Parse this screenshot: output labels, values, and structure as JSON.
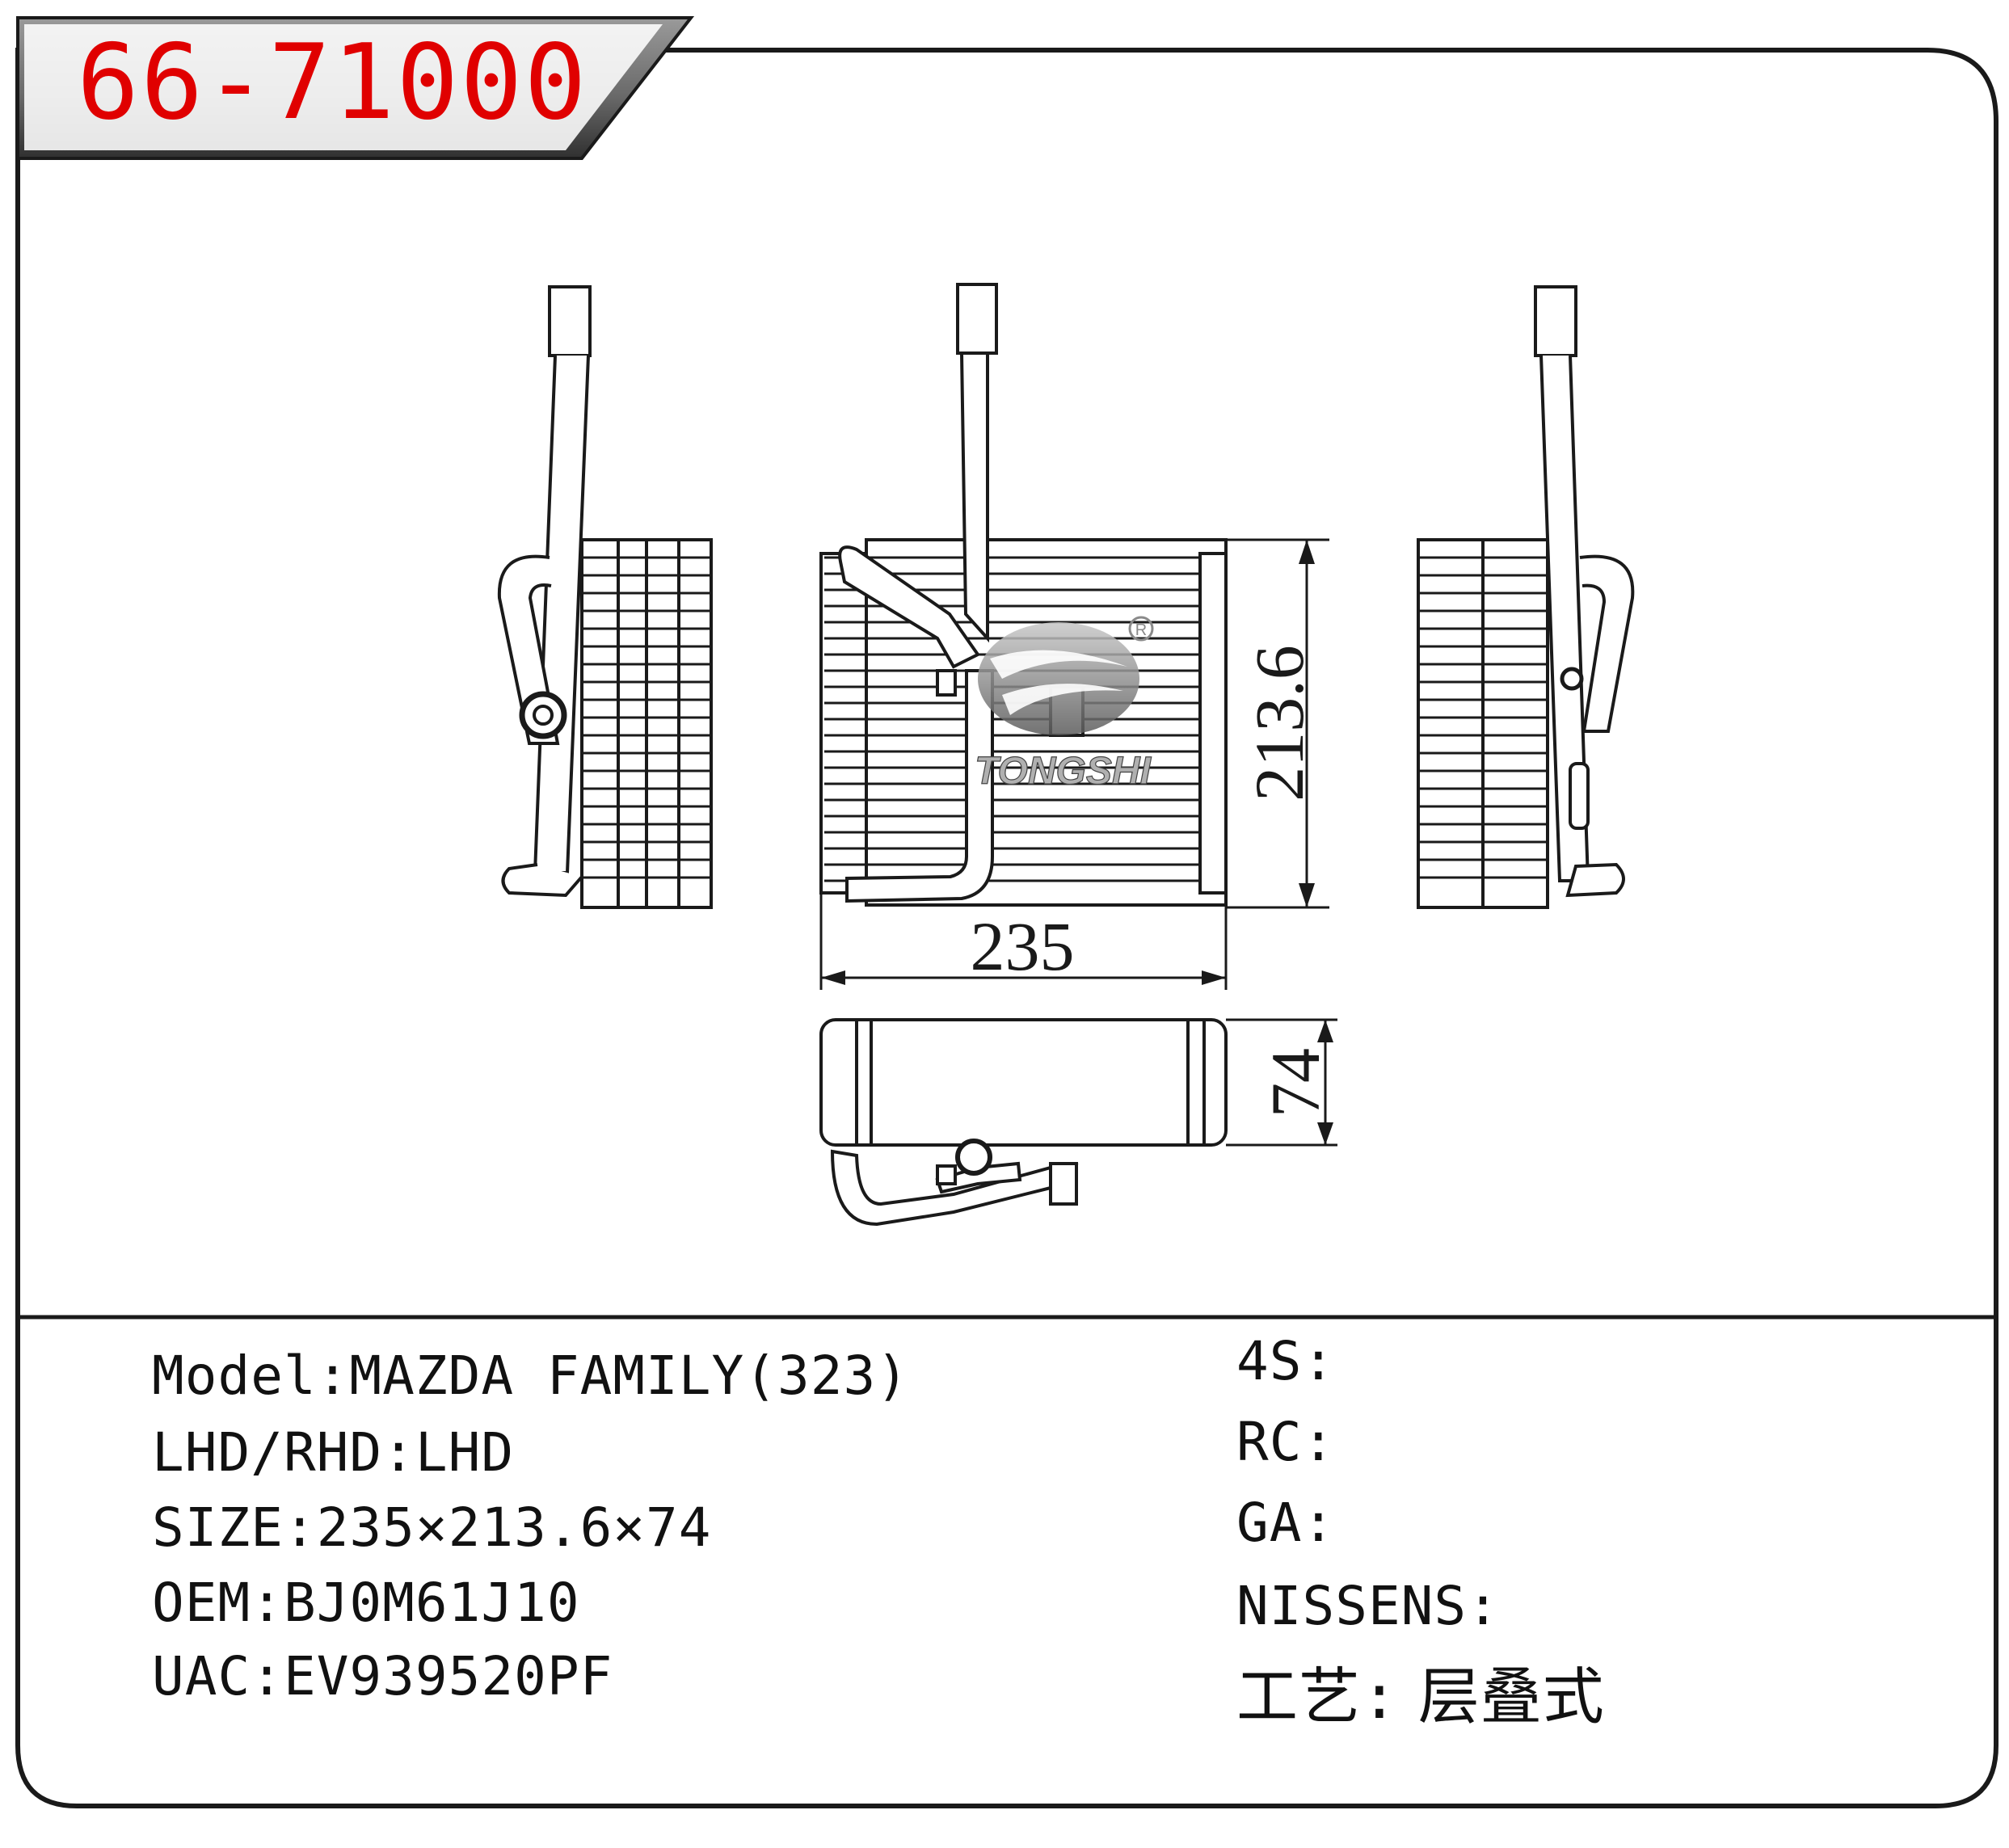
{
  "header": {
    "part_number": "66-71000"
  },
  "drawing": {
    "dimensions": {
      "width": "235",
      "height": "213.6",
      "depth": "74"
    },
    "brand_watermark": "TONGSHI",
    "registered_mark": "R"
  },
  "specs_left": [
    {
      "label": "Model:",
      "value": "MAZDA FAMILY(323)"
    },
    {
      "label": "LHD/RHD:",
      "value": "LHD"
    },
    {
      "label": "SIZE:",
      "value": "235×213.6×74"
    },
    {
      "label": "OEM:",
      "value": "BJ0M61J10"
    },
    {
      "label": "UAC:",
      "value": "EV939520PF"
    }
  ],
  "specs_right": [
    {
      "label": "4S:",
      "value": ""
    },
    {
      "label": "RC:",
      "value": ""
    },
    {
      "label": "GA:",
      "value": ""
    },
    {
      "label": "NISSENS:",
      "value": ""
    },
    {
      "label": "工艺:",
      "value": "层叠式"
    }
  ],
  "colors": {
    "accent": "#e00000",
    "line": "#1a1a1a",
    "header_band": "#6d6d6d"
  }
}
